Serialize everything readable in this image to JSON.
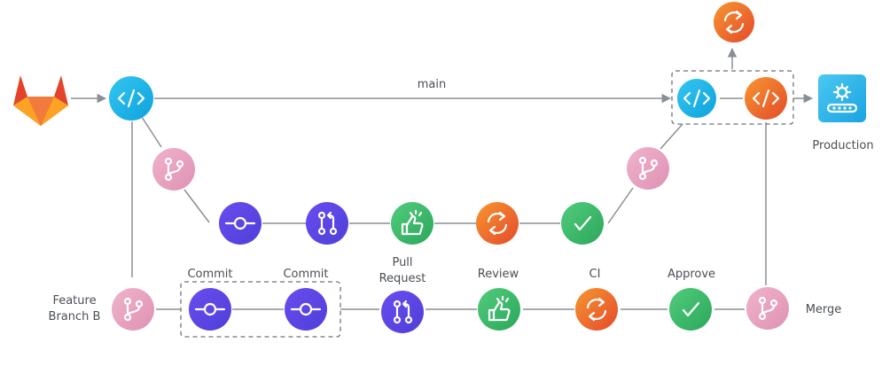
{
  "labels": {
    "main": "main",
    "production": "Production",
    "feature_branch": [
      "Feature",
      "Branch B"
    ],
    "commit_1": "Commit",
    "commit_2": "Commit",
    "pull_request": [
      "Pull",
      "Request"
    ],
    "review": "Review",
    "ci": "CI",
    "approve": "Approve",
    "merge": "Merge"
  },
  "colors": {
    "gitlab": "#e2432a",
    "code_blue": "#1bb5e8",
    "branch_pink": "#e9a3c0",
    "commit_purple": "#5b4be0",
    "review_green": "#3bb86a",
    "ci_orange": "#ee6b2c",
    "production_blue": "#2fb6ea"
  },
  "icons": {
    "gitlab": "gitlab-logo",
    "code": "code-icon",
    "branch": "git-branch-icon",
    "commit": "git-commit-icon",
    "pull_request": "git-pull-request-icon",
    "review": "thumbs-up-icon",
    "ci": "sync-icon",
    "approve": "check-icon",
    "production": "gear-conveyor-icon"
  }
}
